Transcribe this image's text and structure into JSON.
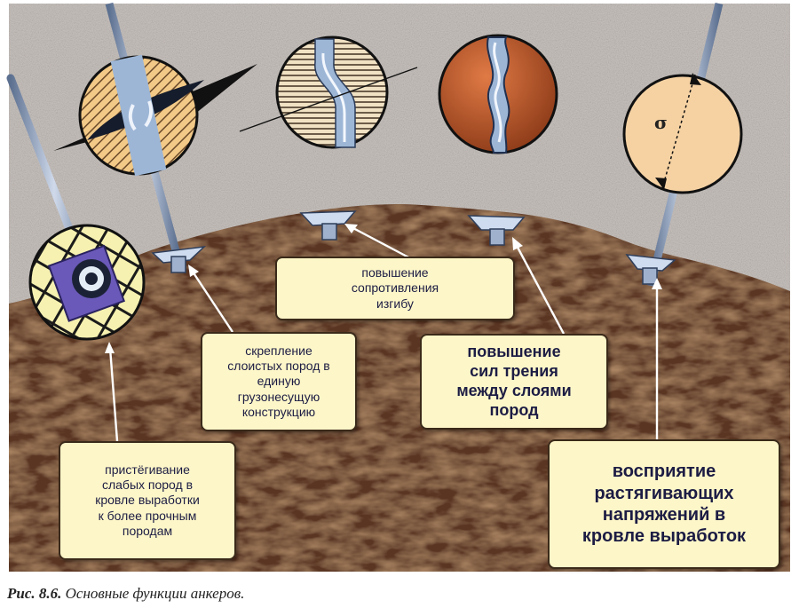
{
  "labels": {
    "bending": "повышение\nсопротивления\nизгибу",
    "binding": "скрепление\nслоистых пород в\nединую\nгрузонесущую\nконструкцию",
    "friction": "повышение\nсил трения\nмежду слоями\nпород",
    "suspension": "пристёгивание\nслабых пород в\nкровле выработки\nк более прочным\nпородам",
    "tension": "восприятие\nрастягивающих\nнапряжений в\nкровле выработок"
  },
  "sigma": "σ",
  "caption": {
    "prefix": "Рис. 8.6.",
    "text": "Основные функции анкеров."
  },
  "colors": {
    "background_rock": "#c9c3bf",
    "roof_rock": "#5a3620",
    "label_fill": "#fdf6c8",
    "rod": "#8fa3c0",
    "rust_disc": "#b8542a",
    "peach_disc": "#f6d2a3"
  }
}
